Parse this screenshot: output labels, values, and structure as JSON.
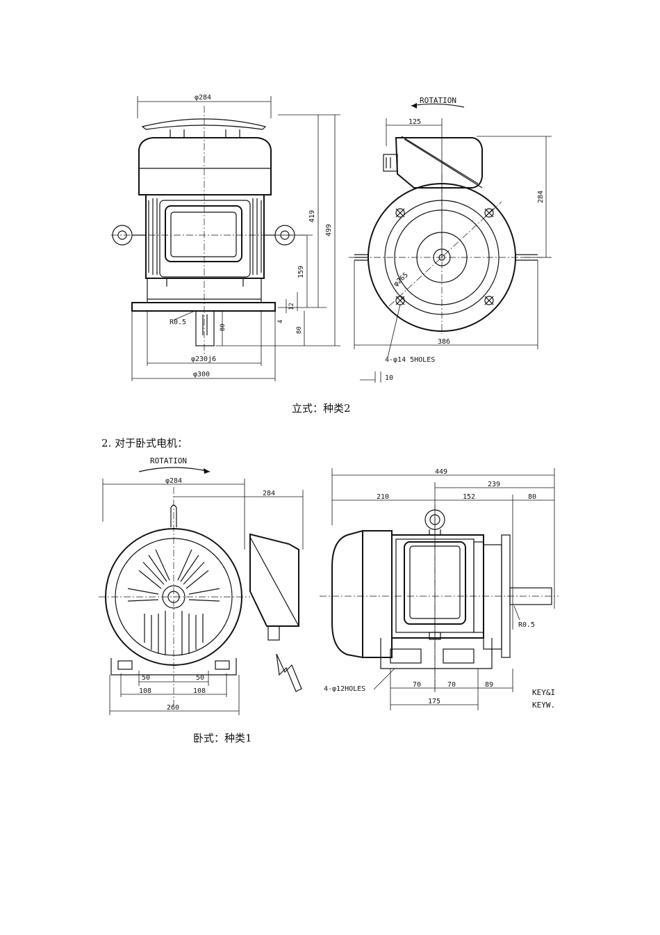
{
  "vertical_front": {
    "d284": "φ284",
    "d419": "419",
    "d499": "499",
    "d159": "159",
    "d12": "12",
    "d4": "4",
    "d80a": "80",
    "d80b": "80",
    "r05": "R0.5",
    "d230": "φ230j6",
    "d300": "φ300"
  },
  "vertical_side": {
    "rotation": "ROTATION",
    "d125": "125",
    "d284": "284",
    "d265": "φ265",
    "d386": "386",
    "holes": "4-φ14 5HOLES",
    "d10": "10"
  },
  "caption1": "立式：种类2",
  "section2": "2.  对于卧式电机：",
  "horiz_front": {
    "rotation": "ROTATION",
    "d284a": "φ284",
    "d284b": "284",
    "d50a": "50",
    "d50b": "50",
    "d108a": "108",
    "d108b": "108",
    "d260": "260"
  },
  "horiz_side": {
    "d449": "449",
    "d239": "239",
    "d210": "210",
    "d152": "152",
    "d80": "80",
    "r05": "R0.5",
    "holes": "4-φ12HOLES",
    "d70a": "70",
    "d70b": "70",
    "d89": "89",
    "d175": "175",
    "key1": "KEY&I",
    "key2": "KEYW."
  },
  "caption2": "卧式：种类1"
}
